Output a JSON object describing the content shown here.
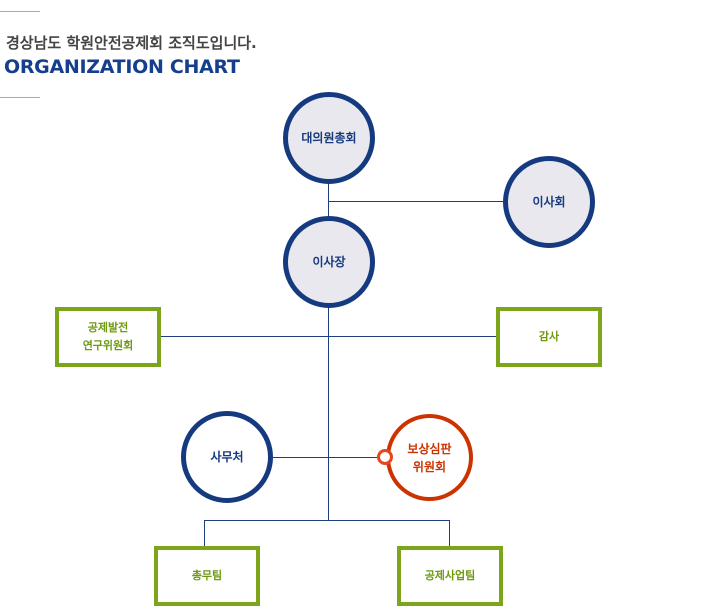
{
  "header": {
    "title": "경상남도 학원안전공제회 조직도입니다.",
    "subtitle": "ORGANIZATION CHART"
  },
  "nodes": {
    "assembly": "대의원총회",
    "board": "이사회",
    "chairman": "이사장",
    "committee_line1": "공제발전",
    "committee_line2": "연구위원회",
    "audit": "감사",
    "secretariat": "사무처",
    "review_line1": "보상심판",
    "review_line2": "위원회",
    "general_team": "총무팀",
    "business_team": "공제사업팀"
  },
  "colors": {
    "navy": "#153a80",
    "green": "#7da51b",
    "red": "#cc3300"
  }
}
